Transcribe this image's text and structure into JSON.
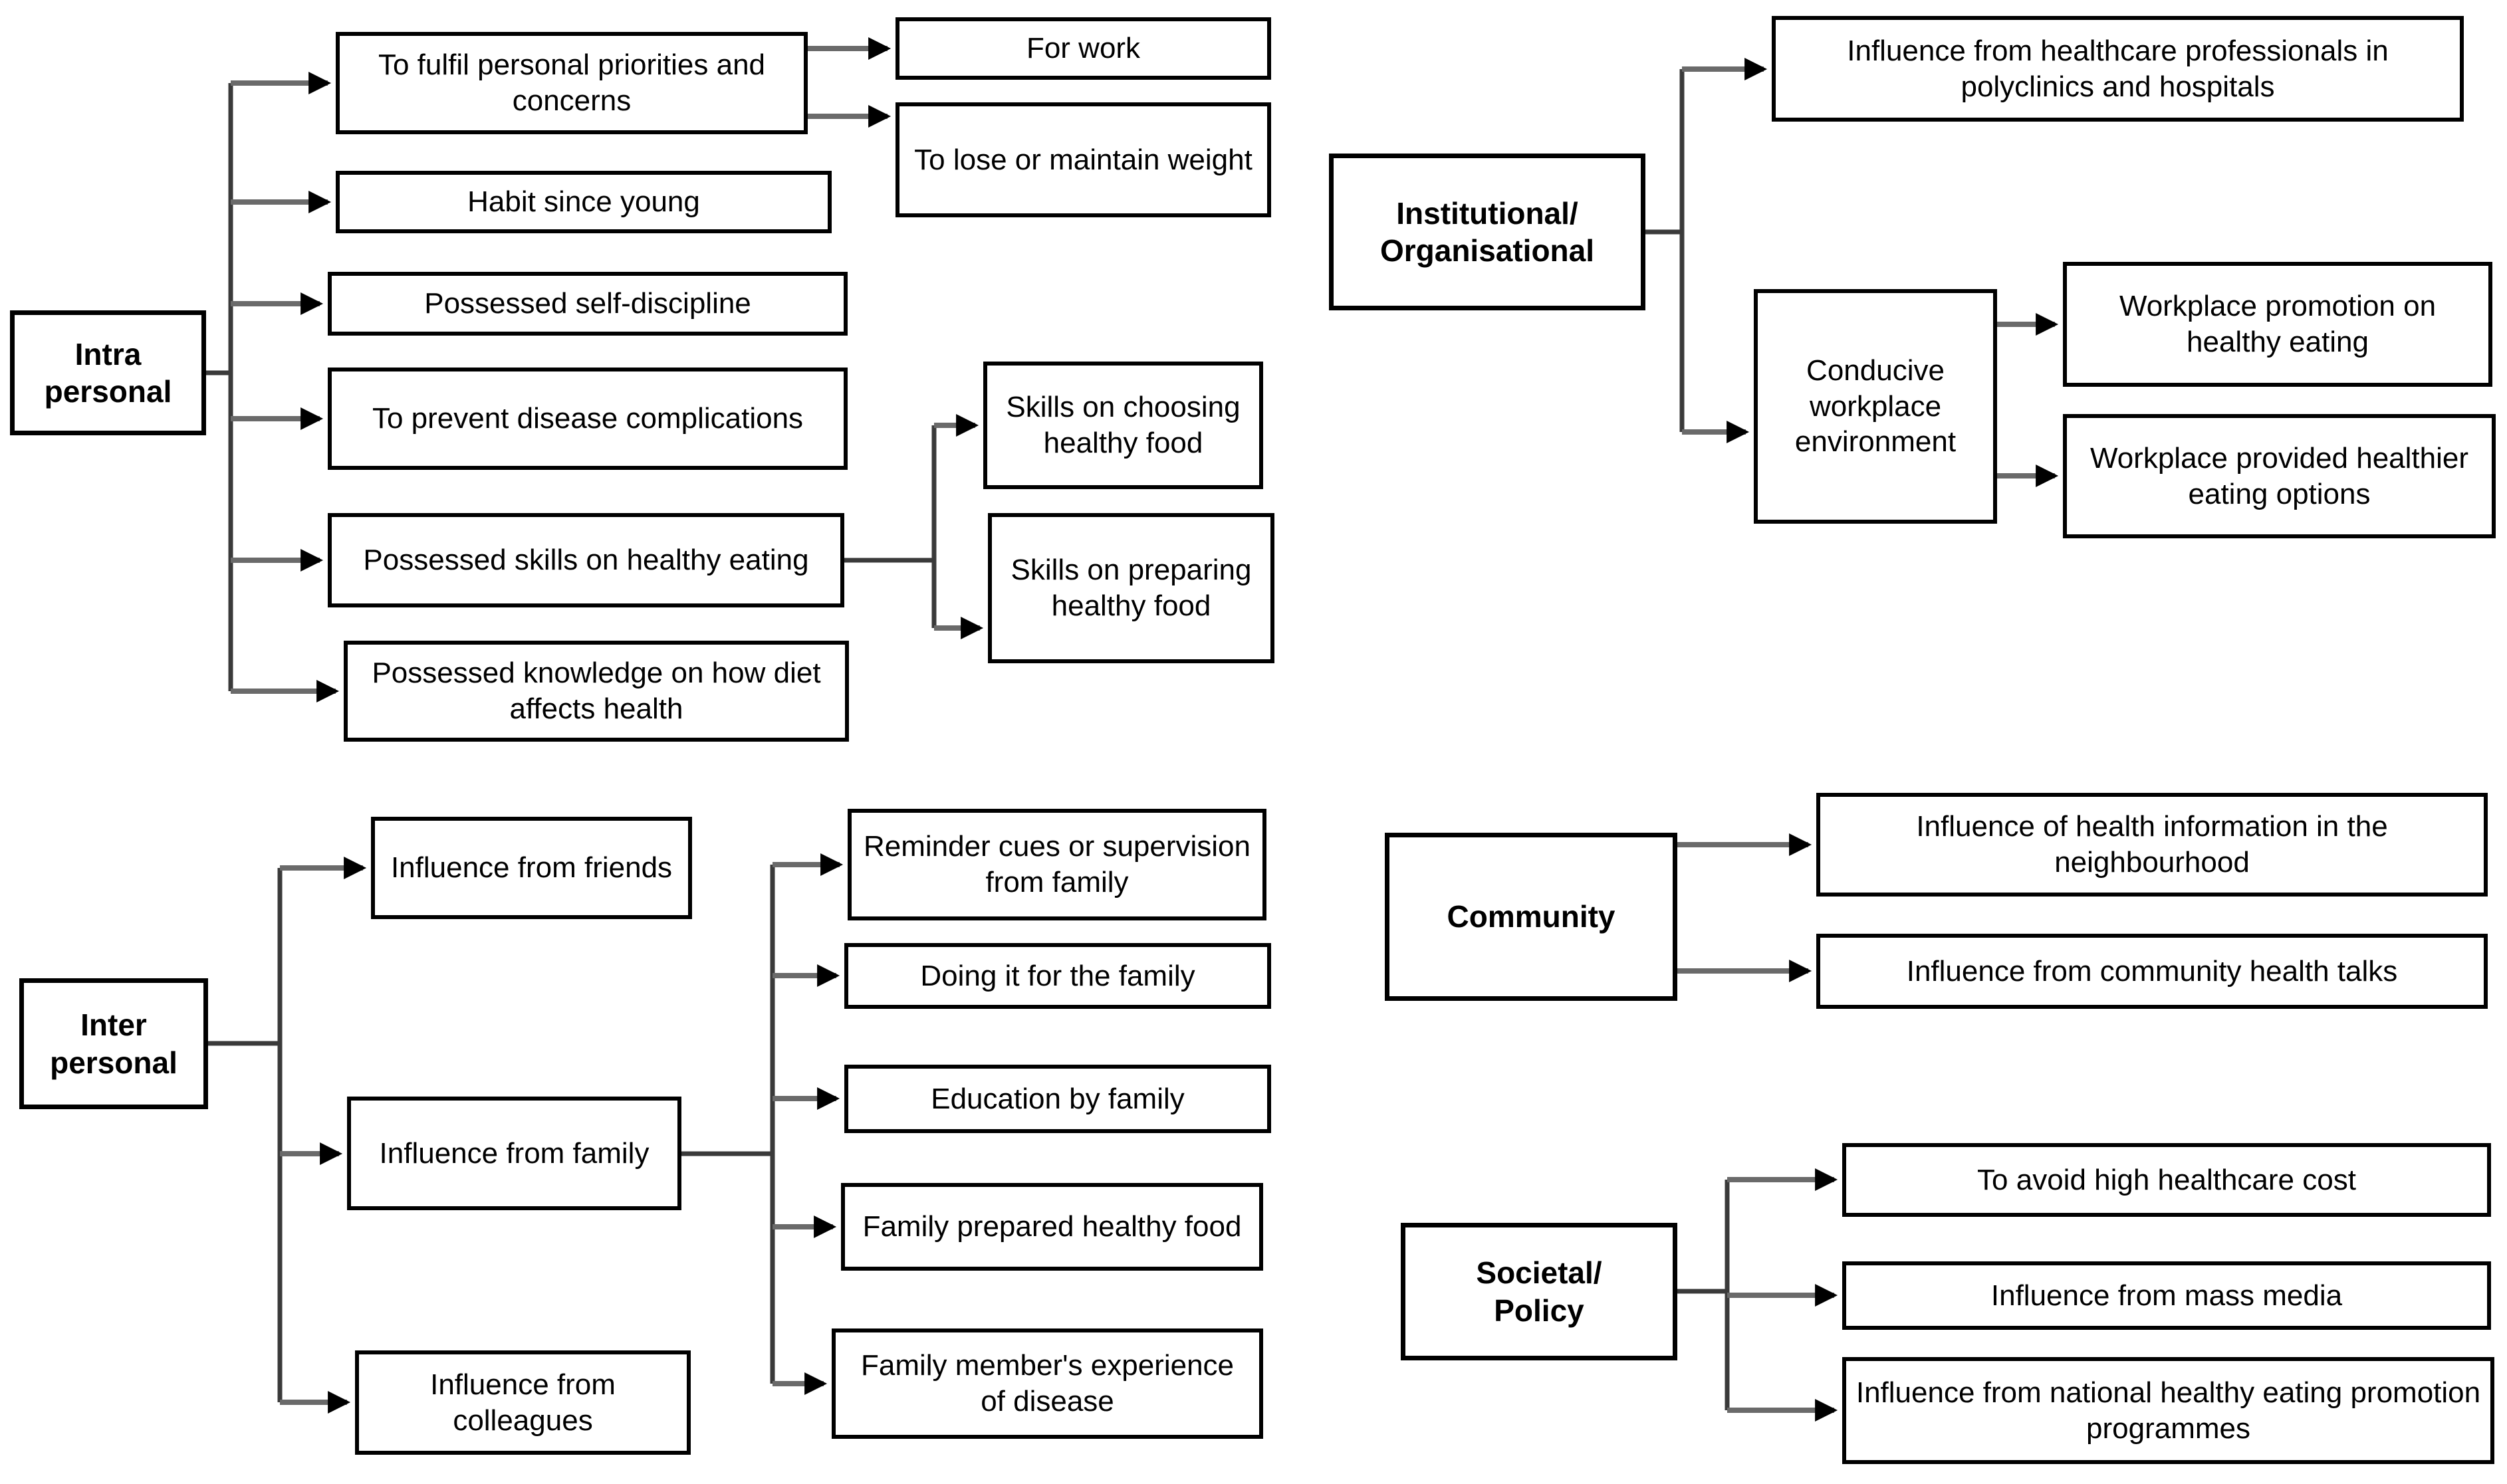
{
  "sections": {
    "intrapersonal": {
      "label": "Intra\npersonal",
      "nodes": {
        "fulfil_priorities": "To fulfil personal priorities and concerns",
        "for_work": "For work",
        "lose_weight": "To lose or maintain weight",
        "habit": "Habit since young",
        "self_discipline": "Possessed self-discipline",
        "prevent_complications": "To prevent disease complications",
        "skills_healthy_eating": "Possessed skills on healthy eating",
        "skills_choosing": "Skills on choosing healthy food",
        "skills_preparing": "Skills on preparing healthy food",
        "knowledge_diet": "Possessed knowledge on how diet affects health"
      }
    },
    "institutional": {
      "label": "Institutional/\nOrganisational",
      "nodes": {
        "healthcare_professionals": "Influence from healthcare professionals in polyclinics and hospitals",
        "conducive_workplace": "Conducive workplace environment",
        "workplace_promotion": "Workplace promotion on healthy eating",
        "workplace_options": "Workplace provided healthier eating options"
      }
    },
    "interpersonal": {
      "label": "Inter\npersonal",
      "nodes": {
        "friends": "Influence from friends",
        "family": "Influence from family",
        "colleagues": "Influence from colleagues",
        "reminder_cues": "Reminder cues or supervision from family",
        "doing_for_family": "Doing it for the family",
        "education_by_family": "Education by family",
        "family_prepared": "Family prepared healthy food",
        "family_experience": "Family member's experience of disease"
      }
    },
    "community": {
      "label": "Community",
      "nodes": {
        "health_information": "Influence of health information in the neighbourhood",
        "health_talks": "Influence from community health talks"
      }
    },
    "societal": {
      "label": "Societal/\nPolicy",
      "nodes": {
        "healthcare_cost": "To avoid high healthcare cost",
        "mass_media": "Influence from mass media",
        "national_programmes": "Influence from national healthy eating promotion programmes"
      }
    }
  },
  "colors": {
    "box_border": "#000000",
    "text": "#000000",
    "arrow_shaft": "#6a6a6a",
    "arrow_head": "#000000",
    "background": "#ffffff"
  }
}
